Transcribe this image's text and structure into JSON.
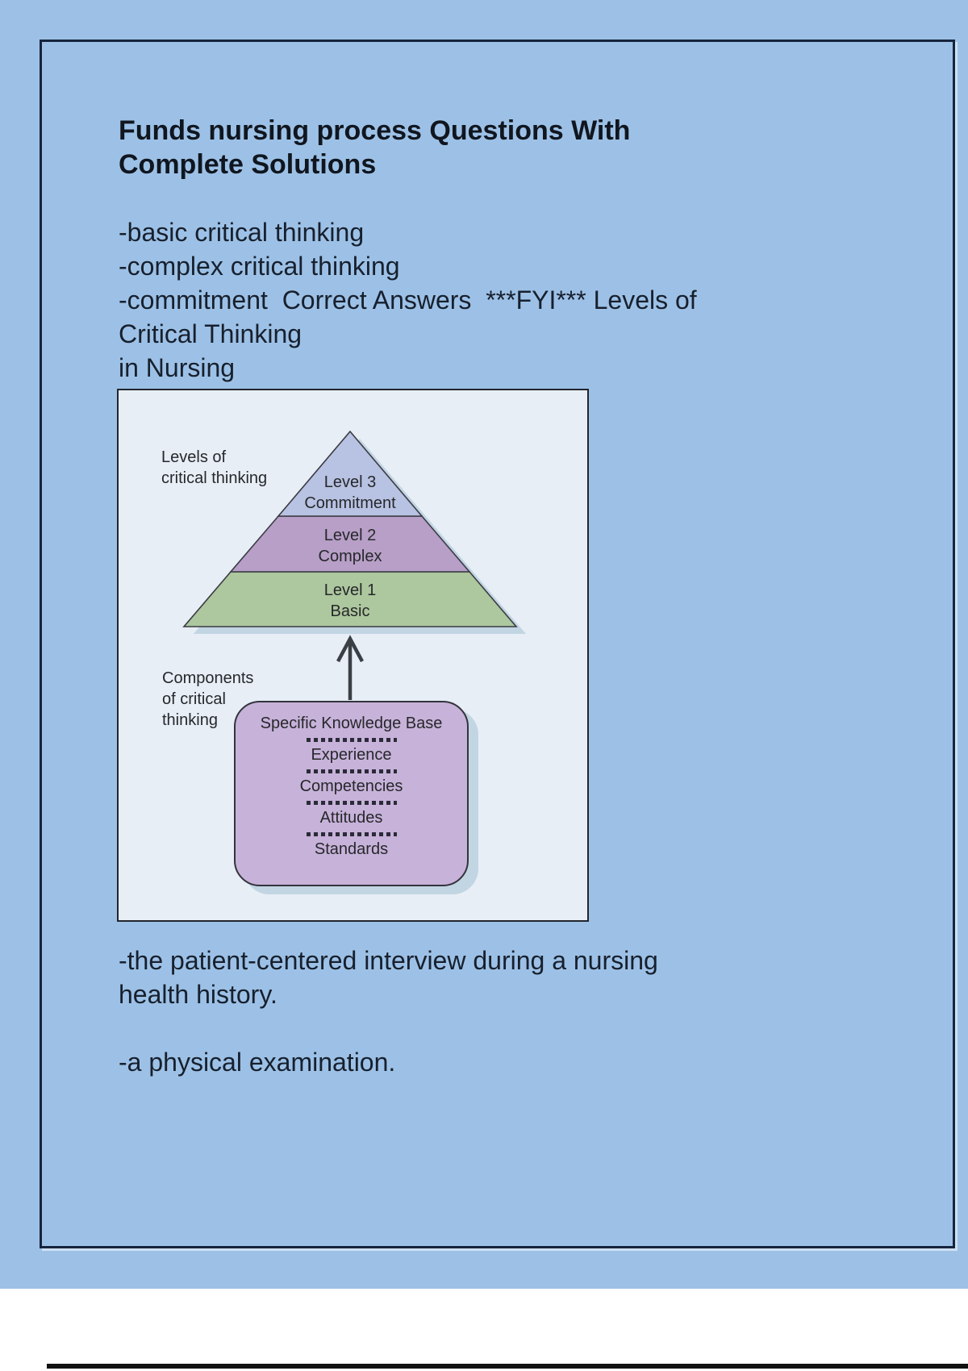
{
  "document": {
    "title_lines": [
      "Funds nursing process Questions With",
      "Complete Solutions"
    ],
    "intro_lines": [
      "-basic critical thinking",
      "-complex critical thinking",
      "-commitment  Correct Answers  ***FYI*** Levels of",
      "Critical Thinking",
      "in Nursing"
    ],
    "answer_lines": [
      "-the patient-centered interview during a nursing",
      "health history.",
      "-a physical examination."
    ]
  },
  "diagram": {
    "levels_label_lines": [
      "Levels of",
      "critical thinking"
    ],
    "components_label_lines": [
      "Components",
      "of critical",
      "thinking"
    ],
    "pyramid_levels": [
      {
        "line1": "Level 3",
        "line2": "Commitment",
        "color": "#b8c2e2"
      },
      {
        "line1": "Level 2",
        "line2": "Complex",
        "color": "#b79fc7"
      },
      {
        "line1": "Level 1",
        "line2": "Basic",
        "color": "#adc79e"
      }
    ],
    "components": [
      "Specific Knowledge Base",
      "Experience",
      "Competencies",
      "Attitudes",
      "Standards"
    ]
  },
  "colors": {
    "page_background": "#9dc1e6",
    "frame_border": "#16243c",
    "diagram_background": "#e7eef6",
    "pyramid_level3": "#b8c2e2",
    "pyramid_level2": "#b79fc7",
    "pyramid_level1": "#adc79e",
    "components_box": "#c7b2d9",
    "diagram_shadow": "#c2d5e3",
    "body_text": "#17202e",
    "bottom_rule": "#111111"
  }
}
